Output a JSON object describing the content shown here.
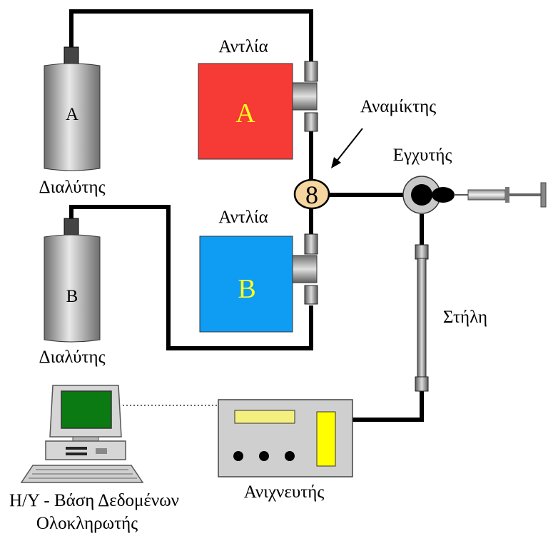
{
  "solvent_a": {
    "letter": "A",
    "label": "Διαλύτης",
    "letter_color": "#2b2f8f"
  },
  "solvent_b": {
    "letter": "B",
    "label": "Διαλύτης",
    "letter_color": "#2b2f8f"
  },
  "pump_a": {
    "title": "Αντλία",
    "letter": "A",
    "color": "#f63a35",
    "letter_color": "#ffff20"
  },
  "pump_b": {
    "title": "Αντλία",
    "letter": "B",
    "color": "#0f9cf3",
    "letter_color": "#ffff20"
  },
  "mixer": {
    "label": "Αναμίκτης",
    "symbol": "8",
    "color": "#f5d6a0"
  },
  "injector": {
    "label": "Εγχυτής"
  },
  "column": {
    "label": "Στήλη"
  },
  "detector": {
    "label": "Ανιχνευτής",
    "panel_color": "#f4f080",
    "indicator_color": "#ffff00"
  },
  "computer": {
    "label_line1": "Η/Υ - Βάση Δεδομένων",
    "label_line2": "Ολοκληρωτής",
    "screen_color": "#0b7a12"
  }
}
